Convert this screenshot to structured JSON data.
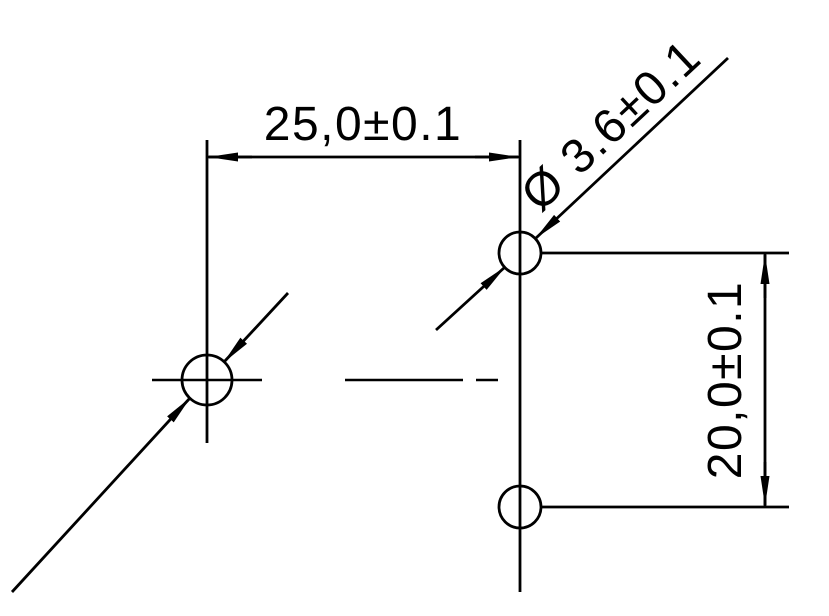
{
  "drawing": {
    "background_color": "#ffffff",
    "line_color": "#000000",
    "labels": {
      "horizontal_dim": "25,0±0.1",
      "diameter_dim": "Ø 3.6±0.1",
      "vertical_dim": "20,0±0.1"
    }
  }
}
